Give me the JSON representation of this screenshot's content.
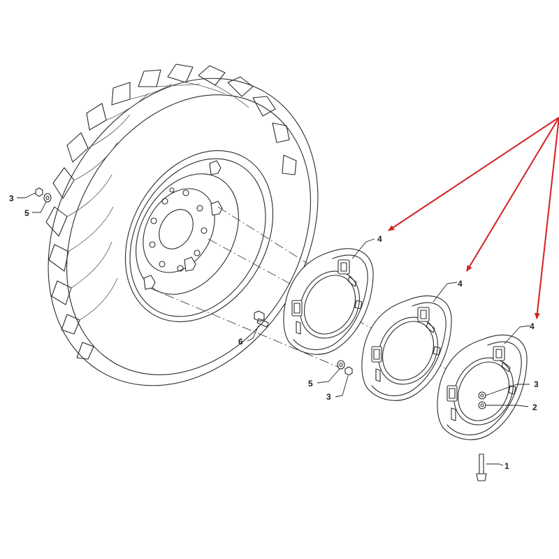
{
  "arrow_color": "#d42020",
  "callouts": [
    {
      "id": "callout-3-left",
      "text": "3"
    },
    {
      "id": "callout-5-left",
      "text": "5"
    },
    {
      "id": "callout-6",
      "text": "6"
    },
    {
      "id": "callout-5-center",
      "text": "5"
    },
    {
      "id": "callout-3-center",
      "text": "3"
    },
    {
      "id": "callout-4-a",
      "text": "4"
    },
    {
      "id": "callout-4-b",
      "text": "4"
    },
    {
      "id": "callout-4-c",
      "text": "4"
    },
    {
      "id": "callout-3-right",
      "text": "3"
    },
    {
      "id": "callout-2",
      "text": "2"
    },
    {
      "id": "callout-1",
      "text": "1"
    }
  ]
}
